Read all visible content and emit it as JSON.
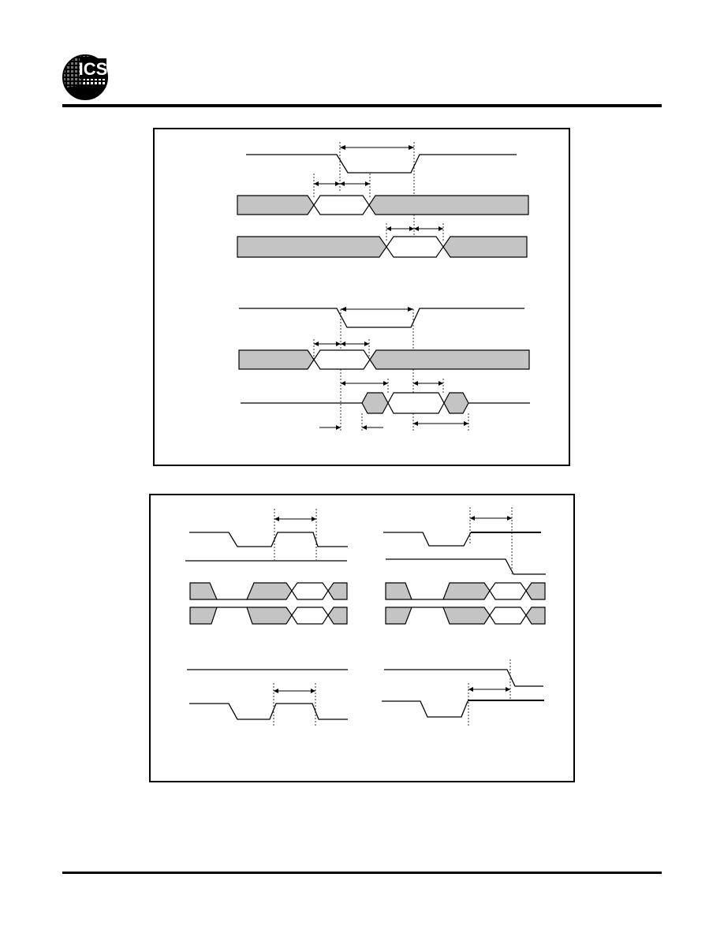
{
  "header": {
    "logo_text": "ICS",
    "accent_color": "#000000"
  },
  "colors": {
    "bus_fill": "#c4c4c4",
    "line": "#000000",
    "background": "#ffffff"
  },
  "figures": [
    {
      "id": "read-write-cycle-timing",
      "labels": []
    },
    {
      "id": "control-signal-timing",
      "labels": []
    }
  ]
}
